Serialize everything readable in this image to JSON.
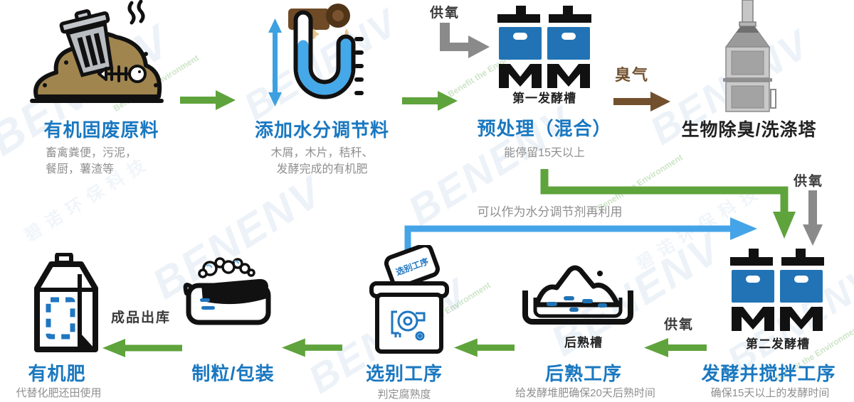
{
  "brand": {
    "watermark": "BENENV",
    "tagline": "Benefit the Environment",
    "watermark_cn": "碧诺环保科技"
  },
  "colors": {
    "title_blue": "#1a78c0",
    "arrow_green": "#5fa33c",
    "arrow_blue": "#45a4e8",
    "arrow_gray": "#8a8a8a",
    "arrow_brown": "#72502e",
    "tank_blue": "#2173b5"
  },
  "labels": {
    "oxygen": "供氧",
    "odor": "臭气",
    "outbound": "成品出库",
    "reuse": "可以作为水分调节剂再利用"
  },
  "steps": {
    "raw": {
      "title": "有机固废原料",
      "desc_line1": "畜禽粪便，污泥，",
      "desc_line2": "餐厨，薯渣等"
    },
    "moisture": {
      "title": "添加水分调节料",
      "desc_line1": "木屑，木片，秸秆、",
      "desc_line2": "发酵完成的有机肥"
    },
    "pretreat": {
      "title": "预处理（混合）",
      "tank_label": "第一发酵槽",
      "desc": "能停留15天以上"
    },
    "deodor": {
      "title": "生物除臭/洗涤塔"
    },
    "ferment2": {
      "title": "发酵并搅拌工序",
      "tank_label": "第二发酵槽",
      "desc": "确保15天以上的发酵时间"
    },
    "maturation": {
      "title": "后熟工序",
      "tank_label": "后熟槽",
      "desc": "给发酵堆肥确保20天后熟时间"
    },
    "sorting": {
      "title": "选别工序",
      "card_label": "选别工序",
      "desc": "判定腐熟度"
    },
    "granulation": {
      "title": "制粒/包装"
    },
    "product": {
      "title": "有机肥",
      "desc": "代替化肥还田使用"
    }
  }
}
